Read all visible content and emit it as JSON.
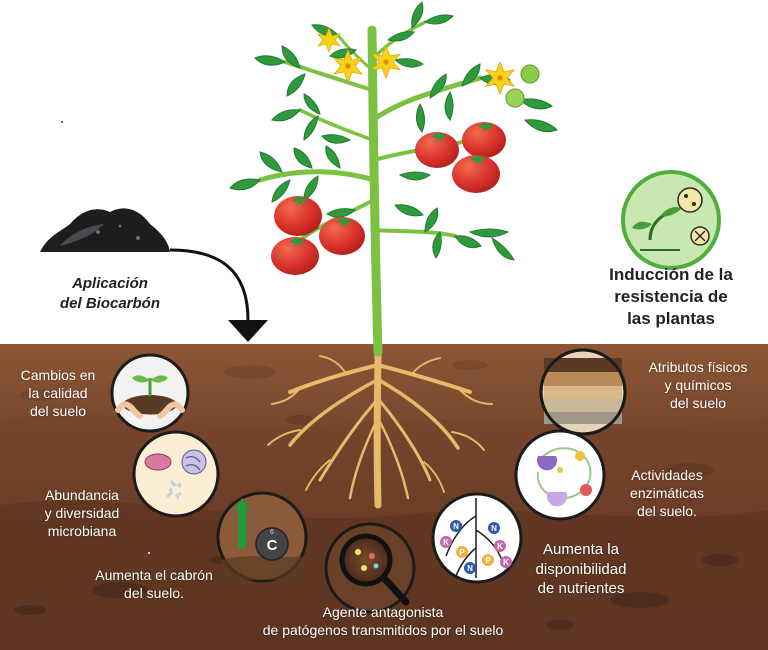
{
  "application": {
    "line1": "Aplicación",
    "line2": "del Biocarbón"
  },
  "resistance": {
    "line1": "Inducción de la",
    "line2": "resistencia de",
    "line3": "las plantas"
  },
  "effects": {
    "soil_quality": [
      "Cambios en",
      "la calidad",
      "del suelo"
    ],
    "microbial": [
      "Abundancia",
      "y diversidad",
      "microbiana"
    ],
    "carbon": [
      "Aumenta el cabrón",
      "del suelo."
    ],
    "antagonist": [
      "Agente antagonista",
      "de patógenos transmitidos por el suelo"
    ],
    "nutrients": [
      "Aumenta la",
      "disponibilidad",
      "de nutrientes"
    ],
    "enzymes": [
      "Actividades",
      "enzimáticas",
      "del suelo."
    ],
    "attributes": [
      "Atributos físicos",
      "y químicos",
      "del suelo"
    ]
  },
  "icons": {
    "carbon_symbol": "C",
    "carbon_number": "6",
    "nutrient_letters": [
      "N",
      "K",
      "P",
      "N",
      "K",
      "P",
      "N",
      "K"
    ]
  },
  "colors": {
    "soil_top": "#8a5535",
    "soil_bottom": "#4a2a1c",
    "stem": "#7cc242",
    "leaf": "#2f9a3d",
    "tomato": "#d8302a",
    "root": "#e8b96b"
  }
}
